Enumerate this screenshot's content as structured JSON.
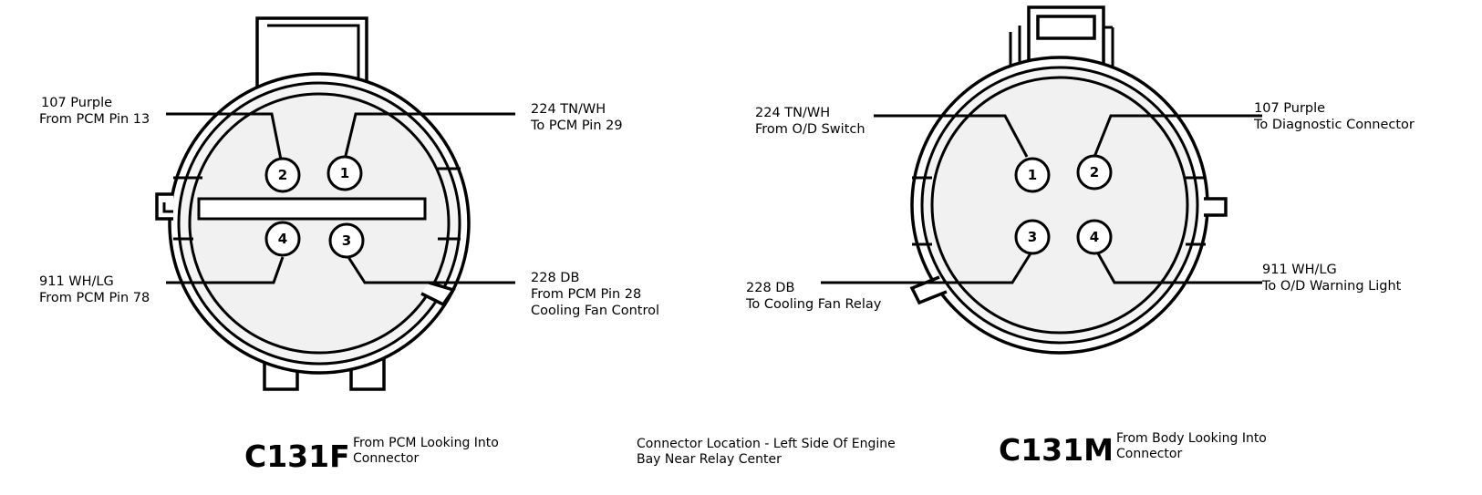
{
  "connectors": [
    {
      "id": "c131f",
      "name": "C131F",
      "view": "From PCM Looking Into Connector",
      "pins": [
        {
          "pin": "1",
          "wire": "224 TN/WH",
          "destination": "To PCM Pin 29",
          "extra": ""
        },
        {
          "pin": "2",
          "wire": "107 Purple",
          "destination": "From PCM Pin 13",
          "extra": ""
        },
        {
          "pin": "3",
          "wire": "228 DB",
          "destination": "From PCM Pin 28",
          "extra": "Cooling Fan Control"
        },
        {
          "pin": "4",
          "wire": "911 WH/LG",
          "destination": "From PCM Pin 78",
          "extra": ""
        }
      ]
    },
    {
      "id": "c131m",
      "name": "C131M",
      "view": "From Body Looking Into Connector",
      "pins": [
        {
          "pin": "1",
          "wire": "224 TN/WH",
          "destination": "From O/D Switch"
        },
        {
          "pin": "2",
          "wire": "107 Purple",
          "destination": "To Diagnostic Connector"
        },
        {
          "pin": "3",
          "wire": "228 DB",
          "destination": "To Cooling Fan Relay"
        },
        {
          "pin": "4",
          "wire": "911 WH/LG",
          "destination": "To O/D Warning Light"
        }
      ]
    }
  ],
  "location_note": "Connector Location - Left Side Of Engine Bay Near Relay Center"
}
